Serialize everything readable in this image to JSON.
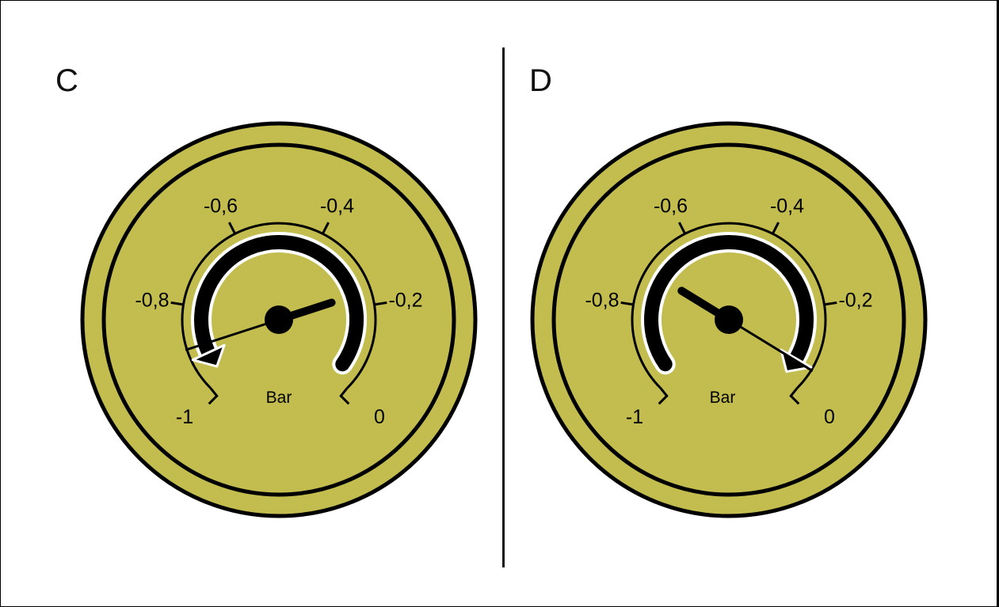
{
  "style": {
    "gauge_fill": "#c3bd4f",
    "stroke": "#000000",
    "arrow_outline": "#ffffff"
  },
  "panels": [
    {
      "letter": "C",
      "unit": "Bar",
      "scale_labels": [
        "-1",
        "-0,8",
        "-0,6",
        "-0,4",
        "-0,2",
        "0"
      ],
      "pointer_value": -0.9,
      "arrow_direction": "clockwise-to-counterclockwise, sweeping from 0 toward -1"
    },
    {
      "letter": "D",
      "unit": "Bar",
      "scale_labels": [
        "-1",
        "-0,8",
        "-0,6",
        "-0,4",
        "-0,2",
        "0"
      ],
      "pointer_value": -0.05,
      "arrow_direction": "sweeping from -1 toward 0"
    }
  ]
}
